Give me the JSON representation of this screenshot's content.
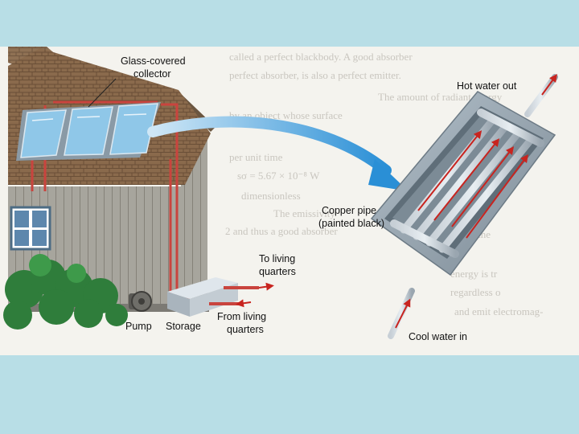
{
  "slide": {
    "background_color": "#b8dee6",
    "illustration_background_color": "#f4f3ee"
  },
  "labels": {
    "collector": [
      "Glass-covered",
      "collector"
    ],
    "hot_water_out": "Hot water out",
    "copper_pipe": [
      "Copper pipe",
      "(painted black)"
    ],
    "to_living_quarters": [
      "To living",
      "quarters"
    ],
    "from_living_quarters": [
      "From living",
      "quarters"
    ],
    "pump": "Pump",
    "storage": "Storage",
    "cool_water_in": "Cool water in"
  },
  "colors": {
    "pipe_red": "#c9443e",
    "arrow_red": "#c8241f",
    "flow_arrow_blue": "#2a8fd6",
    "roof_brown": "#8a6a4c",
    "siding_gray": "#a7a59d",
    "collector_glass": "#8fc7e8",
    "collector_frame": "#8a9aa6"
  },
  "icons": [
    "pump-icon",
    "storage-tank-icon",
    "shrub-icon",
    "window-icon",
    "flow-arrow-icon"
  ]
}
